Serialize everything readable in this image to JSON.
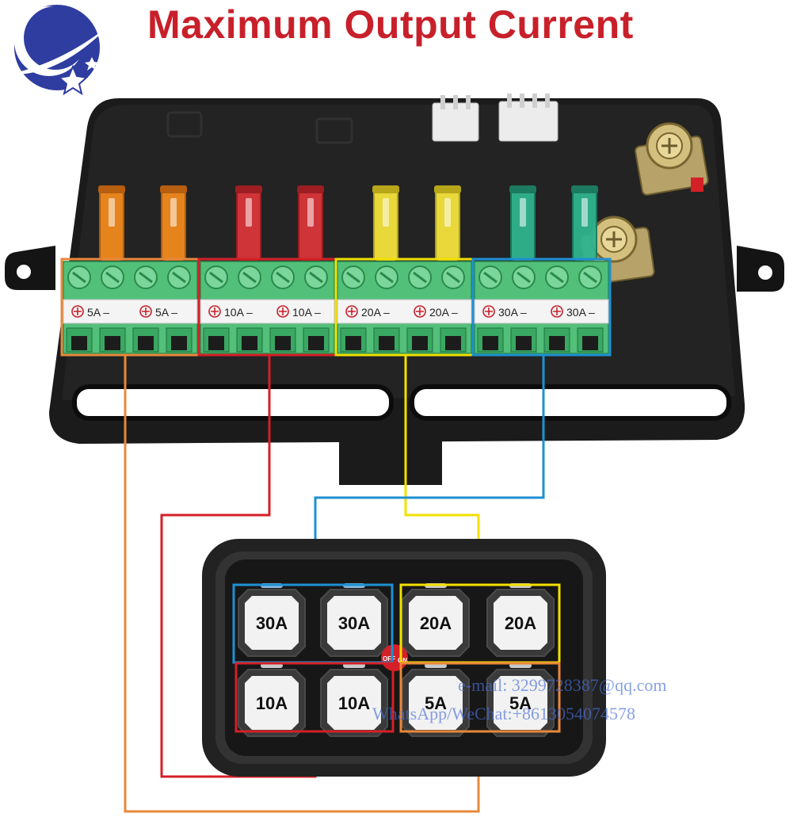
{
  "title": "Maximum Output Current",
  "watermark": {
    "email": "e-mail: 3299728387@qq.com",
    "contact": "WhatsApp/WeChat:+8613054074578"
  },
  "colors": {
    "title": "#c8202a",
    "orange": "#e8883a",
    "red": "#d42027",
    "yellow": "#f2e000",
    "blue": "#1e90d2",
    "watermark": "#4a6fd6"
  },
  "fuse_block": {
    "groups": [
      {
        "color": "orange",
        "terminals": [
          "5A",
          "5A"
        ]
      },
      {
        "color": "red",
        "terminals": [
          "10A",
          "10A"
        ]
      },
      {
        "color": "yellow",
        "terminals": [
          "20A",
          "20A"
        ]
      },
      {
        "color": "blue",
        "terminals": [
          "30A",
          "30A"
        ]
      }
    ]
  },
  "switch_panel": {
    "toggle_off": "OFF",
    "toggle_on": "ON",
    "rows": [
      [
        {
          "label": "30A",
          "group": "blue"
        },
        {
          "label": "30A",
          "group": "blue"
        },
        {
          "label": "20A",
          "group": "yellow"
        },
        {
          "label": "20A",
          "group": "yellow"
        }
      ],
      [
        {
          "label": "10A",
          "group": "red"
        },
        {
          "label": "10A",
          "group": "red"
        },
        {
          "label": "5A",
          "group": "orange"
        },
        {
          "label": "5A",
          "group": "orange"
        }
      ]
    ]
  }
}
